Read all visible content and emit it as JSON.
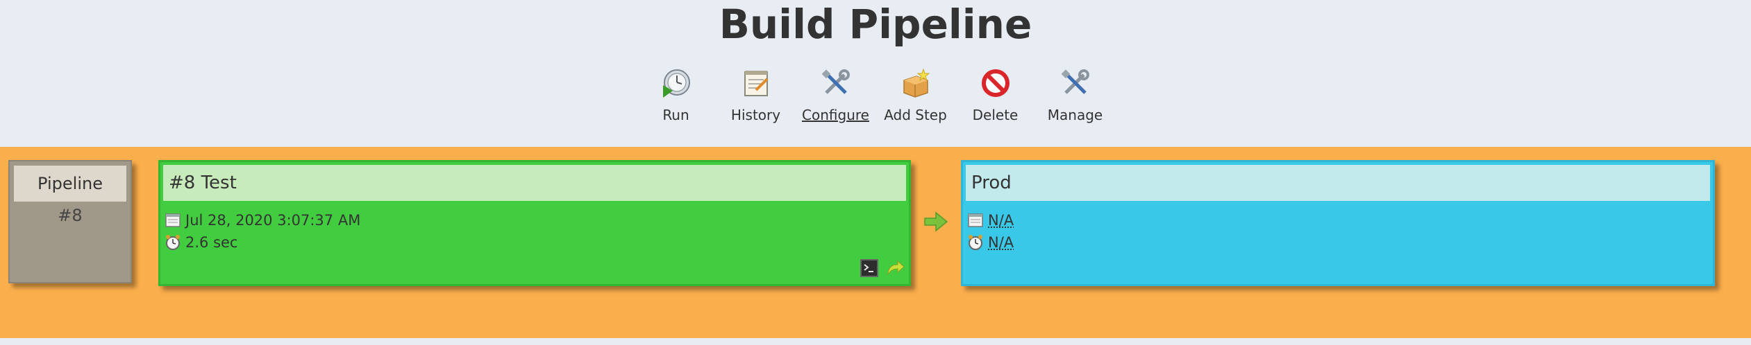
{
  "page": {
    "title": "Build Pipeline"
  },
  "toolbar": {
    "items": [
      {
        "label": "Run",
        "icon": "run-icon"
      },
      {
        "label": "History",
        "icon": "notepad-icon"
      },
      {
        "label": "Configure",
        "icon": "tools-icon"
      },
      {
        "label": "Add Step",
        "icon": "package-icon"
      },
      {
        "label": "Delete",
        "icon": "no-entry-icon"
      },
      {
        "label": "Manage",
        "icon": "tools-icon"
      }
    ]
  },
  "pipeline": {
    "label": "Pipeline",
    "number": "#8",
    "stages": [
      {
        "title": "#8 Test",
        "date": "Jul 28, 2020 3:07:37 AM",
        "duration": "2.6 sec",
        "status_color": "#42cc3f"
      },
      {
        "title": "Prod",
        "date": "N/A",
        "duration": "N/A",
        "status_color": "#3ac8e8"
      }
    ]
  },
  "colors": {
    "band": "#fbae4c",
    "background": "#e8edf4"
  }
}
